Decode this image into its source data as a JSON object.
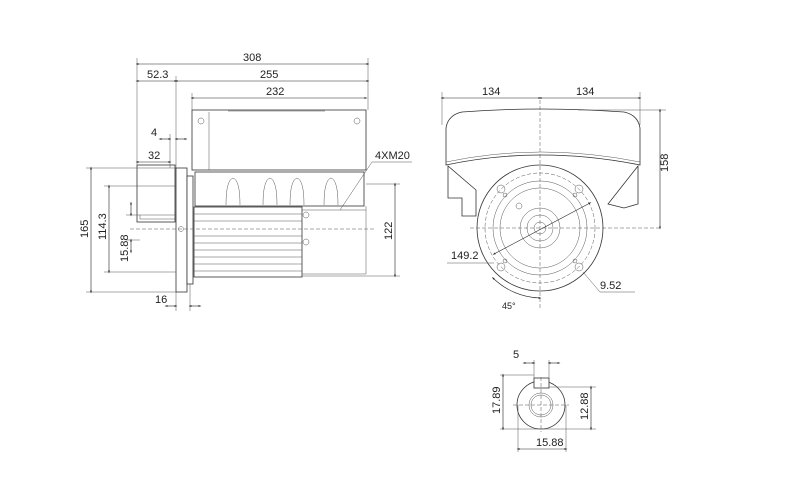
{
  "side_view": {
    "overall_length": "308",
    "flange_to_end": "52.3",
    "body_length": "255",
    "terminal_box_length": "232",
    "flange_gap": "4",
    "shaft_length": "32",
    "cable_entries": "4XM20",
    "flange_diameter": "165",
    "spigot_diameter": "114.3",
    "shaft_diameter": "15.88",
    "shaft_height": "122",
    "flange_thickness": "16"
  },
  "front_view": {
    "half_width_left": "134",
    "half_width_right": "134",
    "height_above_axis": "158",
    "bolt_circle": "149.2",
    "hole_diameter": "9.52",
    "angle": "45°"
  },
  "shaft_detail": {
    "key_width": "5",
    "height_over_key": "17.89",
    "inner_dimension": "12.88",
    "shaft_diameter": "15.88"
  }
}
